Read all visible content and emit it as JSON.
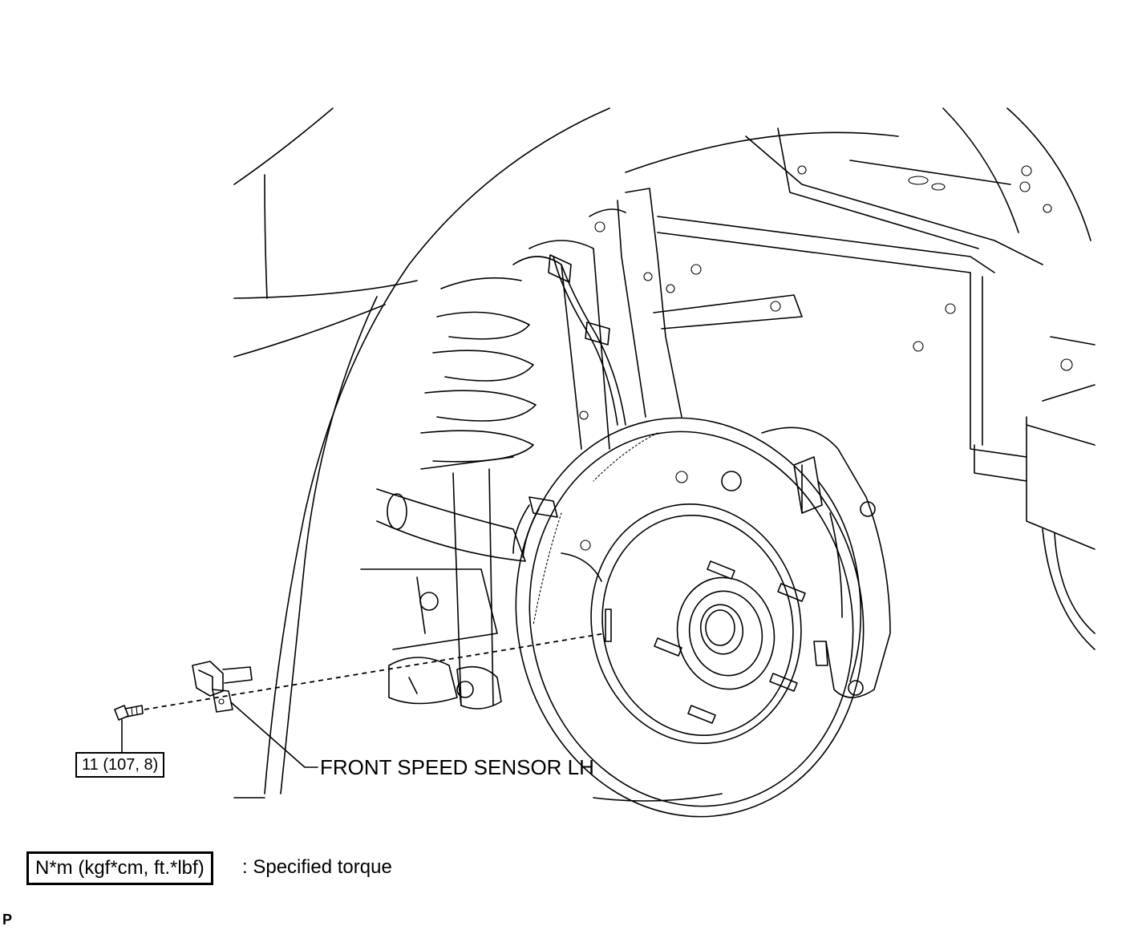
{
  "callouts": {
    "torque_value": "11 (107, 8)",
    "sensor_label": "FRONT SPEED SENSOR LH"
  },
  "legend": {
    "box_text": "N*m (kgf*cm, ft.*lbf)",
    "description": ": Specified torque"
  },
  "page_marker": "P"
}
